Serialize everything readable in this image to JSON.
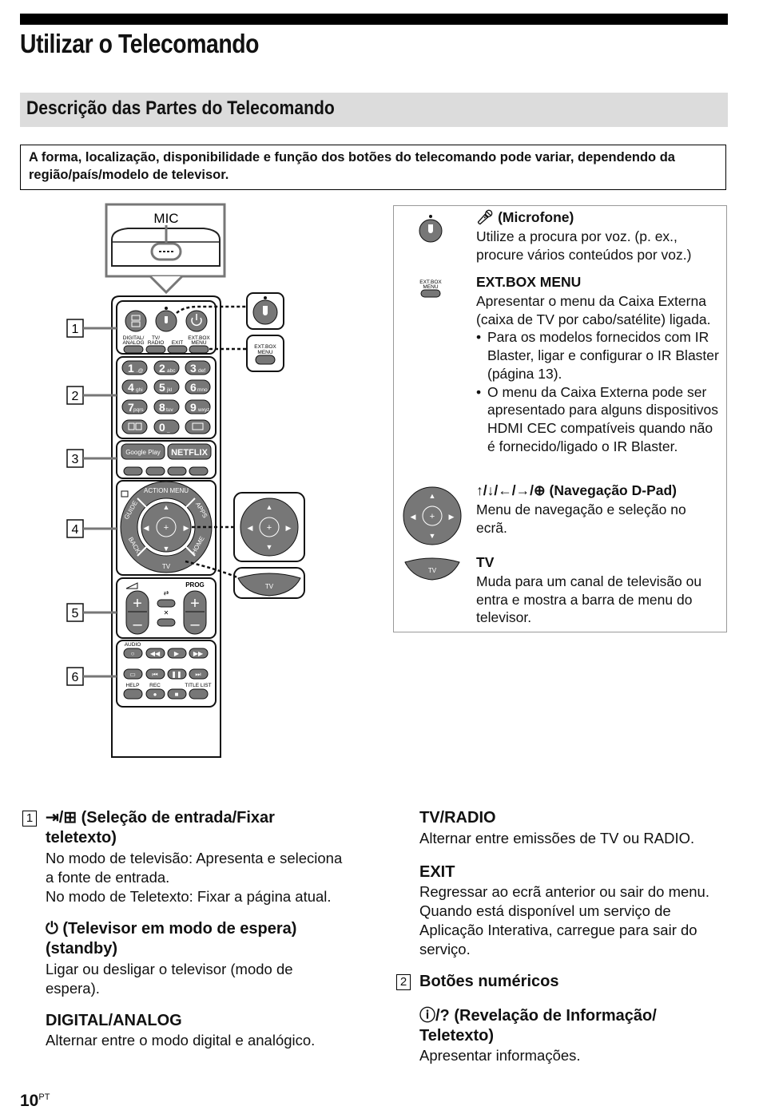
{
  "page_title": "Utilizar o Telecomando",
  "section_title": "Descrição das Partes do Telecomando",
  "notice": "A forma, localização, disponibilidade e função dos botões do telecomando pode variar, dependendo da região/país/modelo de televisor.",
  "remote": {
    "mic_label": "MIC",
    "callouts": [
      "1",
      "2",
      "3",
      "4",
      "5",
      "6"
    ],
    "btn_labels": {
      "digital_analog": "DIGITAL/ ANALOG",
      "tv_radio": "TV/ RADIO",
      "exit": "EXIT",
      "ext_box_menu": "EXT.BOX MENU",
      "google_play": "Google Play",
      "netflix": "NETFLIX",
      "action_menu": "ACTION MENU",
      "guide": "GUIDE",
      "apps": "APPS",
      "back": "BACK",
      "home": "HOME",
      "tv": "TV",
      "prog": "PROG",
      "audio": "AUDIO",
      "help": "HELP",
      "rec": "REC",
      "title_list": "TITLE LIST"
    },
    "numeric_keys": [
      "1",
      "2",
      "3",
      "4",
      "5",
      "6",
      "7",
      "8",
      "9",
      "0"
    ],
    "numeric_sub": [
      ".@",
      "abc",
      "def",
      "ghi",
      "jkl",
      "mno",
      "pqrs",
      "tuv",
      "wxyz",
      "_"
    ]
  },
  "infobox": {
    "mic_title": "(Microfone)",
    "mic_text": "Utilize a procura por voz. (p. ex., procure vários conteúdos por voz.)",
    "extbox_icon_label": "EXT.BOX MENU",
    "extbox_title": "EXT.BOX MENU",
    "extbox_text": "Apresentar o menu da Caixa Externa (caixa de TV por cabo/satélite) ligada.",
    "extbox_bullets": [
      "Para os modelos fornecidos com IR Blaster, ligar e configurar o IR Blaster (página 13).",
      "O menu da Caixa Externa pode ser apresentado para alguns dispositivos HDMI CEC compatíveis quando não é fornecido/ligado o IR Blaster."
    ],
    "dpad_title": "(Navegação D-Pad)",
    "dpad_text": "Menu de navegação e seleção no ecrã.",
    "tv_icon_label": "TV",
    "tv_title": "TV",
    "tv_text": "Muda para um canal de televisão ou entra e mostra a barra de menu do televisor."
  },
  "left_col": {
    "item1_num": "1",
    "item1_title": "(Seleção de entrada/Fixar teletexto)",
    "item1_text1": "No modo de televisão: Apresenta e seleciona a fonte de entrada.",
    "item1_text2": "No modo de Teletexto: Fixar a página atual.",
    "standby_title": "(Televisor em modo de espera) (standby)",
    "standby_text": "Ligar ou desligar o televisor (modo de espera).",
    "digital_title": "DIGITAL/ANALOG",
    "digital_text": "Alternar entre o modo digital e analógico."
  },
  "right_col": {
    "tvradio_title": "TV/RADIO",
    "tvradio_text": "Alternar entre emissões de TV ou RADIO.",
    "exit_title": "EXIT",
    "exit_text": "Regressar ao ecrã anterior ou sair do menu. Quando está disponível um serviço de Aplicação Interativa, carregue para sair do serviço.",
    "item2_num": "2",
    "item2_title": "Botões numéricos",
    "info_title": "(Revelação de Informação/ Teletexto)",
    "info_text": "Apresentar informações."
  },
  "page_number": "10",
  "page_suffix": "PT"
}
